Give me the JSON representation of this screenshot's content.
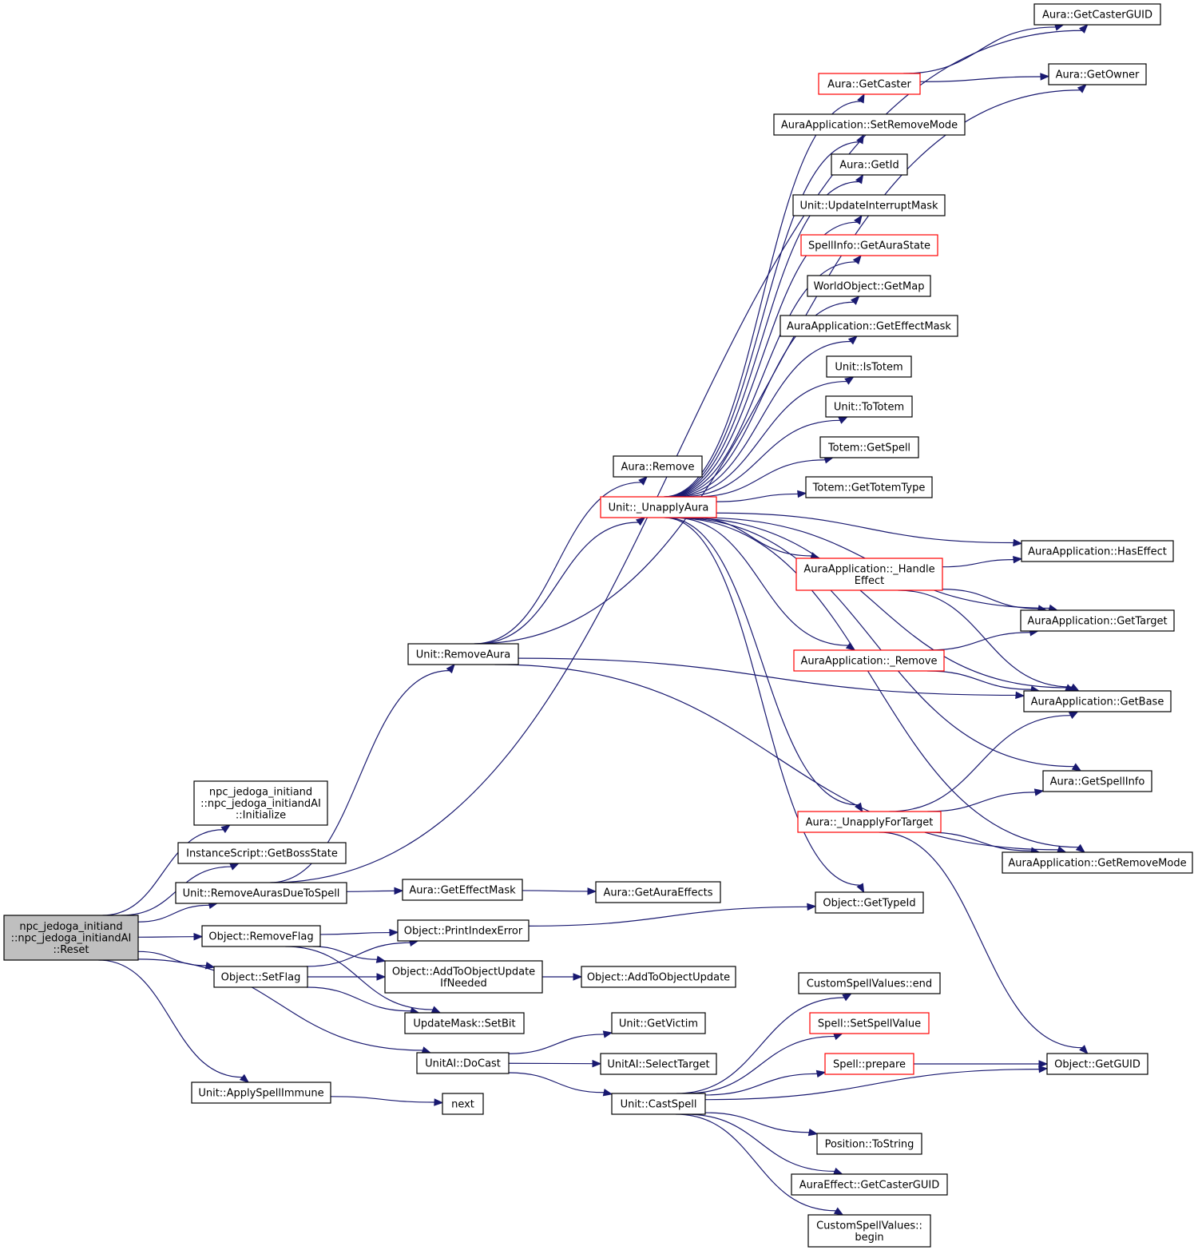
{
  "nodes": [
    {
      "id": "reset",
      "lines": [
        "npc_jedoga_initiand",
        "::npc_jedoga_initiandAI",
        "::Reset"
      ],
      "style": "root"
    },
    {
      "id": "initialize",
      "lines": [
        "npc_jedoga_initiand",
        "::npc_jedoga_initiandAI",
        "::Initialize"
      ],
      "style": "normal"
    },
    {
      "id": "getbossstate",
      "lines": [
        "InstanceScript::GetBossState"
      ],
      "style": "normal"
    },
    {
      "id": "removeaurasduetospell",
      "lines": [
        "Unit::RemoveAurasDueToSpell"
      ],
      "style": "normal"
    },
    {
      "id": "removeflag",
      "lines": [
        "Object::RemoveFlag"
      ],
      "style": "normal"
    },
    {
      "id": "setflag",
      "lines": [
        "Object::SetFlag"
      ],
      "style": "normal"
    },
    {
      "id": "applyspellimmune",
      "lines": [
        "Unit::ApplySpellImmune"
      ],
      "style": "normal"
    },
    {
      "id": "removeaura",
      "lines": [
        "Unit::RemoveAura"
      ],
      "style": "normal"
    },
    {
      "id": "geteffectmask",
      "lines": [
        "Aura::GetEffectMask"
      ],
      "style": "normal"
    },
    {
      "id": "printindexerror",
      "lines": [
        "Object::PrintIndexError"
      ],
      "style": "normal"
    },
    {
      "id": "addtoobjectupdateifneeded",
      "lines": [
        "Object::AddToObjectUpdate",
        "IfNeeded"
      ],
      "style": "normal"
    },
    {
      "id": "setbit",
      "lines": [
        "UpdateMask::SetBit"
      ],
      "style": "normal"
    },
    {
      "id": "docast",
      "lines": [
        "UnitAI::DoCast"
      ],
      "style": "normal"
    },
    {
      "id": "next",
      "lines": [
        "next"
      ],
      "style": "normal"
    },
    {
      "id": "auraremove",
      "lines": [
        "Aura::Remove"
      ],
      "style": "normal"
    },
    {
      "id": "unapplyaura",
      "lines": [
        "Unit::_UnapplyAura"
      ],
      "style": "red"
    },
    {
      "id": "getauraeffects",
      "lines": [
        "Aura::GetAuraEffects"
      ],
      "style": "normal"
    },
    {
      "id": "addtoobjectupdate",
      "lines": [
        "Object::AddToObjectUpdate"
      ],
      "style": "normal"
    },
    {
      "id": "getvictim",
      "lines": [
        "Unit::GetVictim"
      ],
      "style": "normal"
    },
    {
      "id": "selecttarget",
      "lines": [
        "UnitAI::SelectTarget"
      ],
      "style": "normal"
    },
    {
      "id": "castspell",
      "lines": [
        "Unit::CastSpell"
      ],
      "style": "normal"
    },
    {
      "id": "getcaster",
      "lines": [
        "Aura::GetCaster"
      ],
      "style": "red"
    },
    {
      "id": "setremovemode",
      "lines": [
        "AuraApplication::SetRemoveMode"
      ],
      "style": "normal"
    },
    {
      "id": "getid",
      "lines": [
        "Aura::GetId"
      ],
      "style": "normal"
    },
    {
      "id": "updateinterruptmask",
      "lines": [
        "Unit::UpdateInterruptMask"
      ],
      "style": "normal"
    },
    {
      "id": "getaurastate",
      "lines": [
        "SpellInfo::GetAuraState"
      ],
      "style": "red"
    },
    {
      "id": "getmap",
      "lines": [
        "WorldObject::GetMap"
      ],
      "style": "normal"
    },
    {
      "id": "aa_geteffectmask",
      "lines": [
        "AuraApplication::GetEffectMask"
      ],
      "style": "normal"
    },
    {
      "id": "istotem",
      "lines": [
        "Unit::IsTotem"
      ],
      "style": "normal"
    },
    {
      "id": "tototem",
      "lines": [
        "Unit::ToTotem"
      ],
      "style": "normal"
    },
    {
      "id": "totemgetspell",
      "lines": [
        "Totem::GetSpell"
      ],
      "style": "normal"
    },
    {
      "id": "gettotemtype",
      "lines": [
        "Totem::GetTotemType"
      ],
      "style": "normal"
    },
    {
      "id": "handleeffect",
      "lines": [
        "AuraApplication::_Handle",
        "Effect"
      ],
      "style": "red"
    },
    {
      "id": "aa_remove",
      "lines": [
        "AuraApplication::_Remove"
      ],
      "style": "red"
    },
    {
      "id": "unapplyfortarget",
      "lines": [
        "Aura::_UnapplyForTarget"
      ],
      "style": "red"
    },
    {
      "id": "gettypeid",
      "lines": [
        "Object::GetTypeId"
      ],
      "style": "normal"
    },
    {
      "id": "csv_end",
      "lines": [
        "CustomSpellValues::end"
      ],
      "style": "normal"
    },
    {
      "id": "setspellvalue",
      "lines": [
        "Spell::SetSpellValue"
      ],
      "style": "red"
    },
    {
      "id": "prepare",
      "lines": [
        "Spell::prepare"
      ],
      "style": "red"
    },
    {
      "id": "tostring",
      "lines": [
        "Position::ToString"
      ],
      "style": "normal"
    },
    {
      "id": "ae_getcasterguid",
      "lines": [
        "AuraEffect::GetCasterGUID"
      ],
      "style": "normal"
    },
    {
      "id": "csv_begin",
      "lines": [
        "CustomSpellValues::",
        "begin"
      ],
      "style": "normal"
    },
    {
      "id": "getcasterguid",
      "lines": [
        "Aura::GetCasterGUID"
      ],
      "style": "normal"
    },
    {
      "id": "getowner",
      "lines": [
        "Aura::GetOwner"
      ],
      "style": "normal"
    },
    {
      "id": "haseffect",
      "lines": [
        "AuraApplication::HasEffect"
      ],
      "style": "normal"
    },
    {
      "id": "gettarget",
      "lines": [
        "AuraApplication::GetTarget"
      ],
      "style": "normal"
    },
    {
      "id": "getbase",
      "lines": [
        "AuraApplication::GetBase"
      ],
      "style": "normal"
    },
    {
      "id": "getspellinfo",
      "lines": [
        "Aura::GetSpellInfo"
      ],
      "style": "normal"
    },
    {
      "id": "getremovemode",
      "lines": [
        "AuraApplication::GetRemoveMode"
      ],
      "style": "normal"
    },
    {
      "id": "getguid",
      "lines": [
        "Object::GetGUID"
      ],
      "style": "normal"
    }
  ],
  "edges": [
    [
      "reset",
      "initialize"
    ],
    [
      "reset",
      "getbossstate"
    ],
    [
      "reset",
      "removeaurasduetospell"
    ],
    [
      "reset",
      "removeflag"
    ],
    [
      "reset",
      "setflag"
    ],
    [
      "reset",
      "docast"
    ],
    [
      "reset",
      "applyspellimmune"
    ],
    [
      "removeaurasduetospell",
      "removeaura"
    ],
    [
      "removeaurasduetospell",
      "geteffectmask"
    ],
    [
      "removeaurasduetospell",
      "getcasterguid"
    ],
    [
      "removeflag",
      "printindexerror"
    ],
    [
      "removeflag",
      "addtoobjectupdateifneeded"
    ],
    [
      "removeflag",
      "setbit"
    ],
    [
      "setflag",
      "printindexerror"
    ],
    [
      "setflag",
      "addtoobjectupdateifneeded"
    ],
    [
      "setflag",
      "setbit"
    ],
    [
      "applyspellimmune",
      "next"
    ],
    [
      "removeaura",
      "auraremove"
    ],
    [
      "removeaura",
      "unapplyaura"
    ],
    [
      "removeaura",
      "getowner"
    ],
    [
      "removeaura",
      "getbase"
    ],
    [
      "removeaura",
      "getremovemode"
    ],
    [
      "geteffectmask",
      "getauraeffects"
    ],
    [
      "printindexerror",
      "gettypeid"
    ],
    [
      "addtoobjectupdateifneeded",
      "addtoobjectupdate"
    ],
    [
      "docast",
      "getvictim"
    ],
    [
      "docast",
      "selecttarget"
    ],
    [
      "docast",
      "castspell"
    ],
    [
      "unapplyaura",
      "getcaster"
    ],
    [
      "unapplyaura",
      "setremovemode"
    ],
    [
      "unapplyaura",
      "getid"
    ],
    [
      "unapplyaura",
      "updateinterruptmask"
    ],
    [
      "unapplyaura",
      "getaurastate"
    ],
    [
      "unapplyaura",
      "getmap"
    ],
    [
      "unapplyaura",
      "aa_geteffectmask"
    ],
    [
      "unapplyaura",
      "istotem"
    ],
    [
      "unapplyaura",
      "tototem"
    ],
    [
      "unapplyaura",
      "totemgetspell"
    ],
    [
      "unapplyaura",
      "gettotemtype"
    ],
    [
      "unapplyaura",
      "haseffect"
    ],
    [
      "unapplyaura",
      "handleeffect"
    ],
    [
      "unapplyaura",
      "gettarget"
    ],
    [
      "unapplyaura",
      "aa_remove"
    ],
    [
      "unapplyaura",
      "getbase"
    ],
    [
      "unapplyaura",
      "getspellinfo"
    ],
    [
      "unapplyaura",
      "unapplyfortarget"
    ],
    [
      "unapplyaura",
      "getremovemode"
    ],
    [
      "unapplyaura",
      "gettypeid"
    ],
    [
      "getcaster",
      "getcasterguid"
    ],
    [
      "getcaster",
      "getowner"
    ],
    [
      "handleeffect",
      "haseffect"
    ],
    [
      "handleeffect",
      "gettarget"
    ],
    [
      "handleeffect",
      "getbase"
    ],
    [
      "aa_remove",
      "gettarget"
    ],
    [
      "aa_remove",
      "getbase"
    ],
    [
      "unapplyfortarget",
      "getbase"
    ],
    [
      "unapplyfortarget",
      "getspellinfo"
    ],
    [
      "unapplyfortarget",
      "getremovemode"
    ],
    [
      "unapplyfortarget",
      "getguid"
    ],
    [
      "castspell",
      "csv_end"
    ],
    [
      "castspell",
      "setspellvalue"
    ],
    [
      "castspell",
      "prepare"
    ],
    [
      "castspell",
      "getguid"
    ],
    [
      "castspell",
      "tostring"
    ],
    [
      "castspell",
      "ae_getcasterguid"
    ],
    [
      "castspell",
      "csv_begin"
    ],
    [
      "prepare",
      "getguid"
    ]
  ]
}
